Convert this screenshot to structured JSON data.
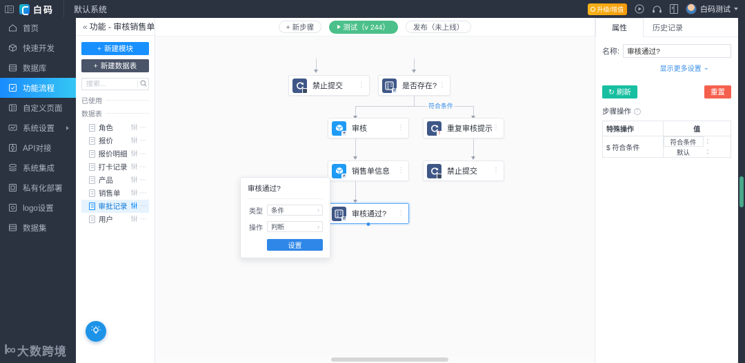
{
  "topbar": {
    "collapse_icon": "menu-collapse-icon",
    "logo_text": "白码",
    "system_name": "默认系统",
    "upgrade_badge": "升级/增值",
    "icons": [
      "play-circle-icon",
      "headset-icon",
      "book-icon"
    ],
    "username": "白码测试"
  },
  "leftnav": {
    "items": [
      {
        "label": "首页",
        "icon": "home-icon",
        "active": false,
        "arrow": false
      },
      {
        "label": "快速开发",
        "icon": "cube-icon",
        "active": false,
        "arrow": false
      },
      {
        "label": "数据库",
        "icon": "database-icon",
        "active": false,
        "arrow": false
      },
      {
        "label": "功能流程",
        "icon": "flow-icon",
        "active": true,
        "arrow": false
      },
      {
        "label": "自定义页面",
        "icon": "page-icon",
        "active": false,
        "arrow": false
      },
      {
        "label": "系统设置",
        "icon": "monitor-icon",
        "active": false,
        "arrow": true
      },
      {
        "label": "API对接",
        "icon": "api-icon",
        "active": false,
        "arrow": false
      },
      {
        "label": "系统集成",
        "icon": "layers-icon",
        "active": false,
        "arrow": false
      },
      {
        "label": "私有化部署",
        "icon": "server-icon",
        "active": false,
        "arrow": false
      },
      {
        "label": "logo设置",
        "icon": "image-icon",
        "active": false,
        "arrow": false
      },
      {
        "label": "数据集",
        "icon": "dataset-icon",
        "active": false,
        "arrow": false
      }
    ],
    "watermark_mark": "l∞",
    "watermark_text": "大数跨境"
  },
  "treepanel": {
    "collapse_icon": "double-chevron-left-icon",
    "title": "功能 - 审核销售单",
    "new_module_label": "新建模块",
    "new_table_label": "新建数据表",
    "search_placeholder": "搜索...",
    "search_value": "",
    "section_used": "已使用",
    "section_tables": "数据表",
    "tables": [
      {
        "label": "角色",
        "selected": false
      },
      {
        "label": "报价",
        "selected": false
      },
      {
        "label": "报价明细",
        "selected": false
      },
      {
        "label": "打卡记录",
        "selected": false
      },
      {
        "label": "产品",
        "selected": false
      },
      {
        "label": "销售单",
        "selected": false
      },
      {
        "label": "审批记录",
        "selected": true
      },
      {
        "label": "用户",
        "selected": false
      }
    ]
  },
  "canvas": {
    "toolbar": {
      "add_step": "+ 新步骤",
      "test": "测试（v 244）",
      "publish": "发布（未上线）"
    },
    "branch_label": "符合条件",
    "nodes": [
      {
        "id": "n1",
        "label": "禁止提交",
        "icon": "forbid-submit-icon",
        "selected": false
      },
      {
        "id": "n2",
        "label": "是否存在?",
        "icon": "condition-if-icon",
        "selected": false
      },
      {
        "id": "n3",
        "label": "审核",
        "icon": "add-record-icon",
        "selected": false
      },
      {
        "id": "n4",
        "label": "重复审核提示",
        "icon": "warning-prompt-icon",
        "selected": false
      },
      {
        "id": "n5",
        "label": "销售单信息",
        "icon": "query-record-icon",
        "selected": false
      },
      {
        "id": "n6",
        "label": "禁止提交",
        "icon": "forbid-submit-icon",
        "selected": false
      },
      {
        "id": "n7",
        "label": "审核通过?",
        "icon": "condition-if-icon",
        "selected": true
      }
    ],
    "popup": {
      "title": "审核通过?",
      "type_label": "类型",
      "type_value": "条件",
      "action_label": "操作",
      "action_value": "判断",
      "submit_label": "设置"
    },
    "fab_icon": "lightbulb-icon"
  },
  "rightpanel": {
    "tabs": [
      {
        "label": "属性",
        "active": true
      },
      {
        "label": "历史记录",
        "active": false
      }
    ],
    "name_label": "名称:",
    "name_value": "审核通过?",
    "more_settings": "显示更多设置",
    "refresh_label": "刷新",
    "reset_label": "重置",
    "step_action_title": "步骤操作",
    "table": {
      "headers": [
        "特殊操作",
        "值"
      ],
      "rows": [
        {
          "op": "$ 符合条件",
          "values": [
            "符合条件",
            "默认"
          ]
        }
      ]
    }
  },
  "colors": {
    "nav_bg": "#2b3240",
    "accent_blue": "#1890ff",
    "active_gradient_start": "#1a8cff",
    "active_gradient_end": "#35c6f4",
    "test_green": "#4cc08a",
    "refresh_teal": "#17bfa0",
    "reset_red": "#f5604d",
    "badge_orange": "#f7b319",
    "scrollbar_green": "#4aa88b"
  }
}
